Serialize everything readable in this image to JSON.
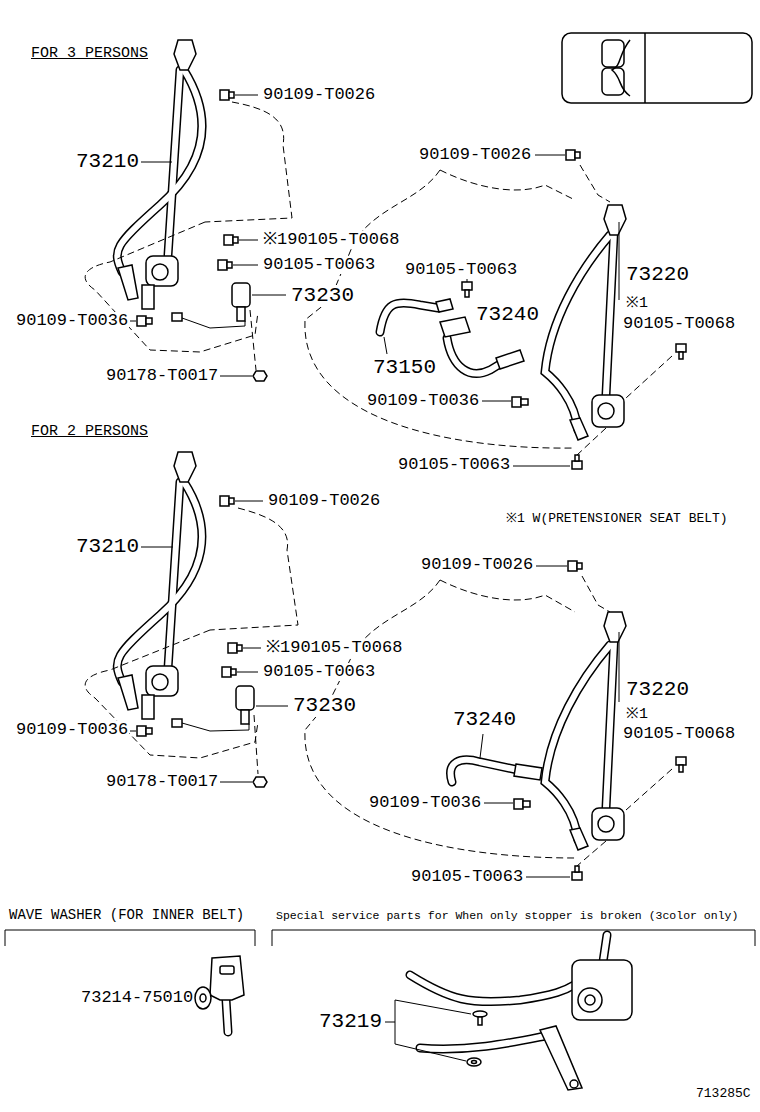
{
  "diagram": {
    "labels": [
      "FOR 3 PERSONS",
      "90109-T0026",
      "73210",
      "90109-T0026",
      "※190105-T0068",
      "90105-T0063",
      "90105-T0063",
      "73220",
      "73230",
      "73240",
      "※1",
      "90105-T0068",
      "90109-T0036",
      "73150",
      "90178-T0017",
      "90109-T0036",
      "90105-T0063",
      "FOR 2 PERSONS",
      "90109-T0026",
      "※1 W(PRETENSIONER SEAT BELT)",
      "73210",
      "90109-T0026",
      "※190105-T0068",
      "90105-T0063",
      "73220",
      "73230",
      "73240",
      "90109-T0036",
      "※1",
      "90105-T0068",
      "90178-T0017",
      "90109-T0036",
      "90105-T0063",
      "WAVE WASHER (FOR INNER BELT)",
      "Special service parts for When only stopper is broken (3color only)",
      "73214-75010",
      "73219",
      "713285C"
    ]
  }
}
